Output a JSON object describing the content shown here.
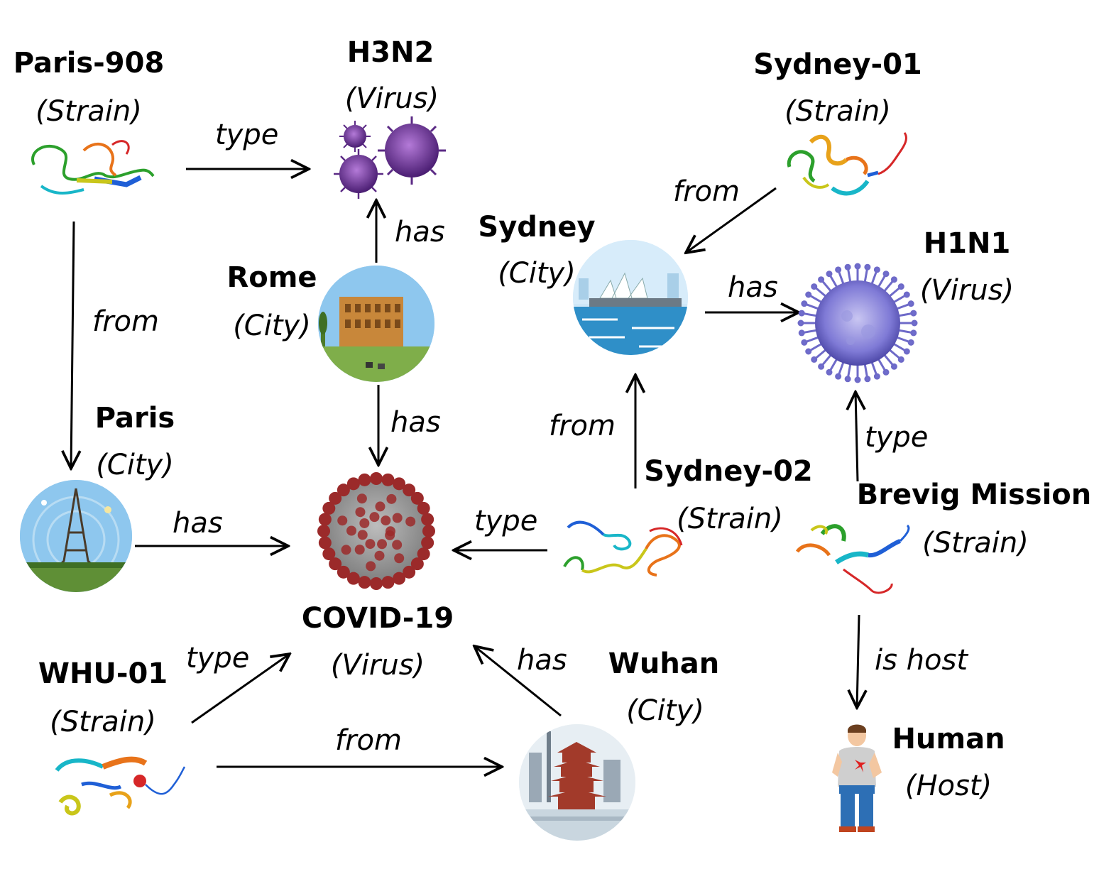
{
  "nodes": {
    "paris908": {
      "name": "Paris-908",
      "type": "(Strain)"
    },
    "h3n2": {
      "name": "H3N2",
      "type": "(Virus)"
    },
    "sydney01": {
      "name": "Sydney-01",
      "type": "(Strain)"
    },
    "sydney": {
      "name": "Sydney",
      "type": "(City)"
    },
    "h1n1": {
      "name": "H1N1",
      "type": "(Virus)"
    },
    "rome": {
      "name": "Rome",
      "type": "(City)"
    },
    "paris": {
      "name": "Paris",
      "type": "(City)"
    },
    "covid": {
      "name": "COVID-19",
      "type": "(Virus)"
    },
    "sydney02": {
      "name": "Sydney-02",
      "type": "(Strain)"
    },
    "brevig": {
      "name": "Brevig Mission",
      "type": "(Strain)"
    },
    "whu01": {
      "name": "WHU-01",
      "type": "(Strain)"
    },
    "wuhan": {
      "name": "Wuhan",
      "type": "(City)"
    },
    "human": {
      "name": "Human",
      "type": "(Host)"
    }
  },
  "edges": {
    "paris908_h3n2": "type",
    "paris908_paris": "from",
    "rome_h3n2": "has",
    "rome_covid": "has",
    "sydney01_sydney": "from",
    "sydney_h1n1": "has",
    "paris_covid": "has",
    "sydney02_sydney": "from",
    "sydney02_covid": "type",
    "brevig_h1n1": "type",
    "brevig_human": "is host",
    "whu01_covid": "type",
    "whu01_wuhan": "from",
    "wuhan_covid": "has"
  },
  "colors": {
    "h3n2_virus": "#7a3fa8",
    "h1n1_virus": "#6f6fd0",
    "covid_virus": "#9b2a2a",
    "sky": "#8ec7ee",
    "grass": "#7fae4a",
    "sea": "#2f8fc8"
  },
  "icons": [
    "protein-strand-icon",
    "virus-icon",
    "city-icon",
    "human-icon"
  ]
}
